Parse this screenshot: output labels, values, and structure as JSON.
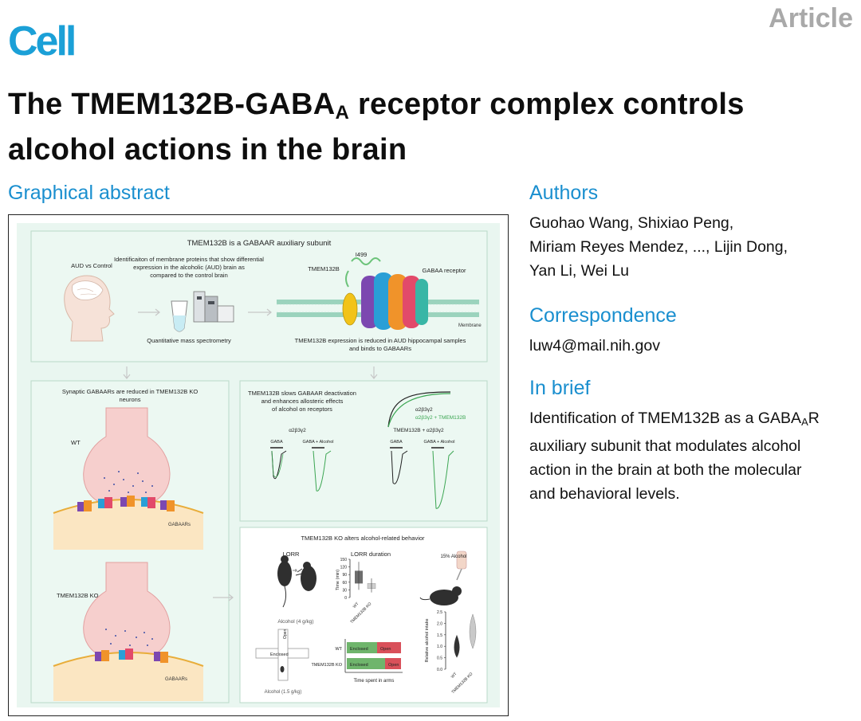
{
  "header": {
    "journal": "Cell",
    "article_type": "Article"
  },
  "title": {
    "part1": "The TMEM132B-GABA",
    "sub": "A",
    "part2": " receptor complex controls",
    "line2": "alcohol actions in the brain"
  },
  "graphical_abstract": {
    "heading": "Graphical abstract",
    "top_panel": {
      "title": "TMEM132B is a GABAAR auxiliary subunit",
      "aud_label": "AUD vs Control",
      "ident_line1": "Identificaiton of membrane proteins that show differential",
      "ident_line2": "expression in the alcoholic (AUD) brain as",
      "ident_line3": "compared to the control brain",
      "ms_label": "Quantitative mass spectrometry",
      "tmem_label": "TMEM132B",
      "i499_label": "I499",
      "gaba_receptor_label": "GABAA receptor",
      "membrane_label": "Membrane",
      "expr_line1": "TMEM132B expression is reduced in AUD hippocampal samples",
      "expr_line2": "and binds to GABAARs"
    },
    "left_panel": {
      "title_line1": "Synaptic GABAARs are reduced in TMEM132B KO",
      "title_line2": "neurons",
      "wt_label": "WT",
      "ko_label": "TMEM132B KO",
      "gabars_label": "GABAARs"
    },
    "right_top_panel": {
      "title_line1": "TMEM132B slows GABAAR deactivation",
      "title_line2": "and enhances allosteric effects",
      "title_line3": "of alcohol on receptors",
      "legend1": "α2β3γ2",
      "legend2": "α2β3γ2 + TMEM132B",
      "group1": "α2β3γ2",
      "group2": "TMEM132B + α2β3γ2",
      "gaba": "GABA",
      "gaba_alcohol": "GABA + Alcohol"
    },
    "right_bottom_panel": {
      "title": "TMEM132B KO alters alcohol-related behavior",
      "lorr": "LORR",
      "lorr_duration": "LORR duration",
      "time_axis": "Time (min)",
      "alcohol_dose1": "Alcohol (4 g/kg)",
      "wt": "WT",
      "ko": "TMEM132B KO",
      "alcohol_pct": "15% Alcohol",
      "intake_axis": "Relative alcohol intake",
      "enclosed": "Enclosed",
      "open": "Open",
      "time_arms": "Time spent in arms",
      "alcohol_dose2": "Alcohol (1.5 g/kg)"
    }
  },
  "chart_data": [
    {
      "type": "box",
      "title": "LORR duration",
      "ylabel": "Time (min)",
      "categories": [
        "WT",
        "TMEM132B KO"
      ],
      "yticks": [
        0,
        30,
        60,
        90,
        120,
        150
      ],
      "ylim": [
        0,
        150
      ]
    },
    {
      "type": "violin",
      "ylabel": "Relative alcohol intake",
      "categories": [
        "WT",
        "TMEM132B KO"
      ],
      "yticks": [
        0.0,
        0.5,
        1.0,
        1.5,
        2.0,
        2.5
      ],
      "ylim": [
        0,
        2.5
      ]
    }
  ],
  "sidebar": {
    "authors_heading": "Authors",
    "authors_line1": "Guohao Wang, Shixiao Peng,",
    "authors_line2": "Miriam Reyes Mendez, ..., Lijin Dong,",
    "authors_line3": "Yan Li, Wei Lu",
    "correspondence_heading": "Correspondence",
    "email": "luw4@mail.nih.gov",
    "brief_heading": "In brief",
    "brief_line1_a": "Identification of TMEM132B as a GABA",
    "brief_line1_sub": "A",
    "brief_line1_b": "R",
    "brief_line2": "auxiliary subunit that modulates alcohol",
    "brief_line3": "action in the brain at both the molecular",
    "brief_line4": "and behavioral levels."
  },
  "colors": {
    "cell_blue": "#1ba0d7",
    "heading_blue": "#1a8fcf",
    "article_gray": "#a9a9a9",
    "panel_bg": "#e9f6f0"
  }
}
